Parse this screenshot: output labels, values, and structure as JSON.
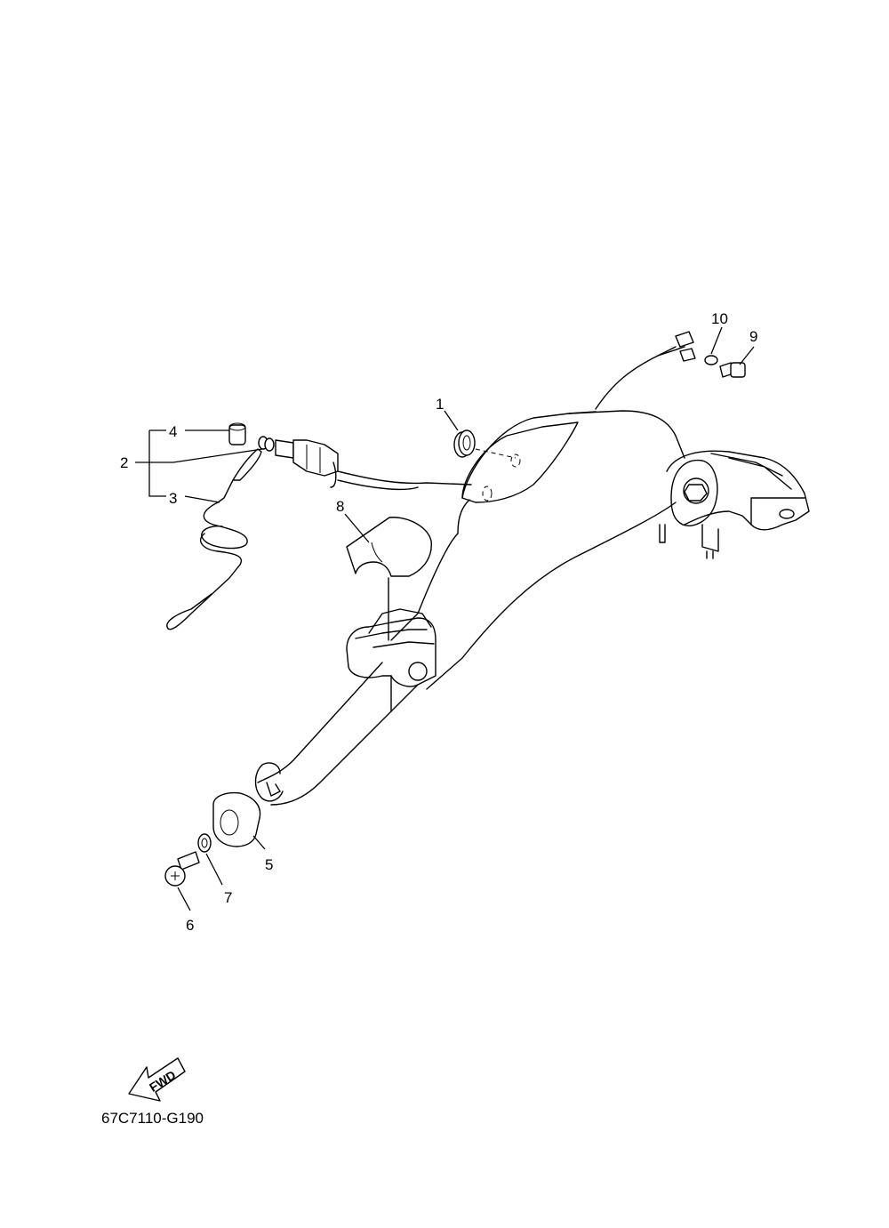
{
  "callouts": [
    {
      "id": "c1",
      "text": "1"
    },
    {
      "id": "c2",
      "text": "2"
    },
    {
      "id": "c3",
      "text": "3"
    },
    {
      "id": "c4",
      "text": "4"
    },
    {
      "id": "c5",
      "text": "5"
    },
    {
      "id": "c6",
      "text": "6"
    },
    {
      "id": "c7",
      "text": "7"
    },
    {
      "id": "c8",
      "text": "8"
    },
    {
      "id": "c9",
      "text": "9"
    },
    {
      "id": "c10",
      "text": "10"
    }
  ],
  "fwd_label": "FWD",
  "diagram_code": "67C7110-G190"
}
